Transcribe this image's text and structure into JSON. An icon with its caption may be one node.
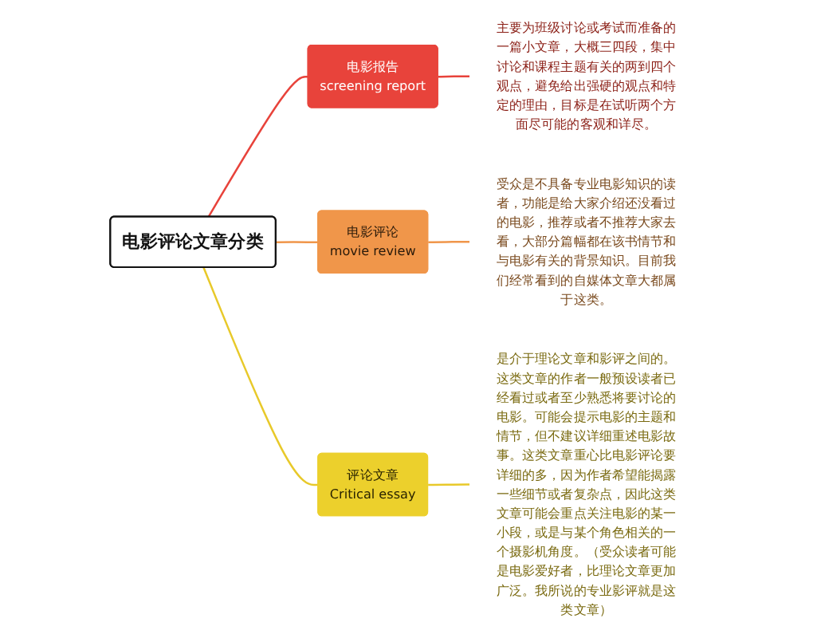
{
  "diagram": {
    "nodes": [
      {
        "text": [
          "电影评论文章分类"
        ]
      },
      {
        "text": [
          "电影报告",
          "screening report"
        ]
      },
      {
        "text": [
          "主要为班级讨论或考试而准备的一篇小文章，大概三四段，集中讨论和课程主题有关的两到四个观点，避免给出强硬的观点和特定的理由，目标是在试听两个方面尽可能的客观和详尽。"
        ]
      },
      {
        "text": [
          "电影评论",
          "movie review"
        ]
      },
      {
        "text": [
          "受众是不具备专业电影知识的读者，功能是给大家介绍还没看过的电影，推荐或者不推荐大家去看，大部分篇幅都在该书情节和与电影有关的背景知识。目前我们经常看到的自媒体文章大都属于这类。"
        ]
      },
      {
        "text": [
          "评论文章",
          "Critical essay"
        ]
      },
      {
        "text": [
          "是介于理论文章和影评之间的。这类文章的作者一般预设读者已经看过或者至少熟悉将要讨论的电影。可能会提示电影的主题和情节，但不建议详细重述电影故事。这类文章重心比电影评论要详细的多，因为作者希望能揭露一些细节或者复杂点，因此这类文章可能会重点关注电影的某一小段，或是与某个角色相关的一个摄影机角度。（受众读者可能是电影爱好者，比理论文章更加广泛。我所说的专业影评就是这类文章）"
        ]
      }
    ],
    "edges": [
      {
        "from": 0,
        "to": 1,
        "arrow": "none",
        "color": "#e8433b"
      },
      {
        "from": 1,
        "to": 2,
        "arrow": "none",
        "color": "#e8433b"
      },
      {
        "from": 0,
        "to": 3,
        "arrow": "none",
        "color": "#f0964a"
      },
      {
        "from": 3,
        "to": 4,
        "arrow": "none",
        "color": "#f0964a"
      },
      {
        "from": 0,
        "to": 5,
        "arrow": "none",
        "color": "#e8c92a"
      },
      {
        "from": 5,
        "to": 6,
        "arrow": "none",
        "color": "#e8c92a"
      }
    ]
  }
}
